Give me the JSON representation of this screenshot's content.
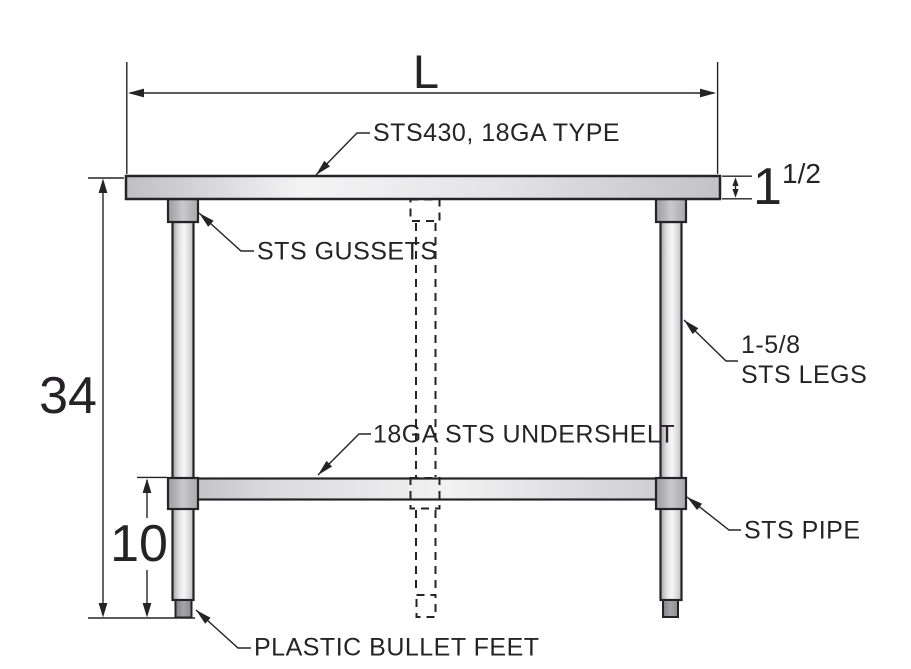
{
  "drawing": {
    "type": "technical-elevation-of-stainless-work-table",
    "dimensions": {
      "length": "L",
      "overall_height": "34",
      "undershelf_height": "10",
      "top_thickness_whole": "1",
      "top_thickness_fraction": "1/2"
    },
    "callouts": {
      "top_material": "STS430, 18GA TYPE",
      "gussets": "STS GUSSETS",
      "undershelf": "18GA STS UNDERSHELT",
      "legs_size": "1-5/8",
      "legs": "STS LEGS",
      "pipe": "STS PIPE",
      "feet": "PLASTIC BULLET FEET"
    },
    "colors": {
      "line": "#262326",
      "background": "#ffffff",
      "steel_light": "#f5f5f6",
      "steel_mid": "#c9c9cc",
      "steel_dark": "#9b9b9f",
      "foot_dark": "#8b8b8f"
    }
  }
}
